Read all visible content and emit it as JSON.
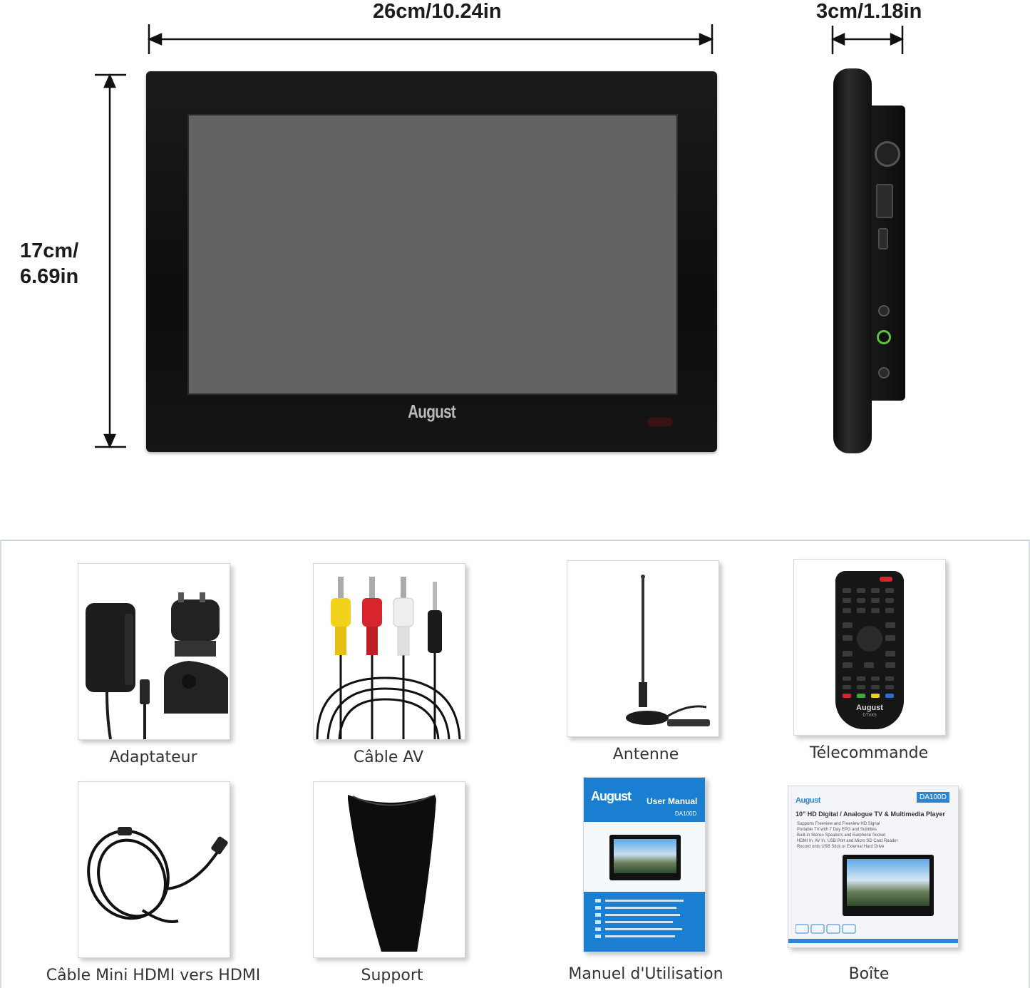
{
  "dimensions": {
    "width": "26cm/10.24in",
    "depth": "3cm/1.18in",
    "height_line1": "17cm/",
    "height_line2": "6.69in"
  },
  "tv": {
    "brand": "August"
  },
  "items": {
    "adapter": "Adaptateur",
    "av_cable": "Câble AV",
    "antenna": "Antenne",
    "remote": "Télecommande",
    "hdmi_cable": "Câble Mini HDMI vers HDMI",
    "stand": "Support",
    "manual": "Manuel d'Utilisation",
    "box": "Boîte"
  },
  "remote_brand": "August",
  "remote_model": "DTVK5",
  "manual_cover": {
    "brand": "August",
    "title": "User Manual",
    "model": "DA100D"
  },
  "box_cover": {
    "brand": "August",
    "model": "DA100D",
    "headline": "10\" HD Digital / Analogue TV & Multimedia Player",
    "features": [
      "Supports Freeview and Freeview HD Signal",
      "Portable TV with 7 Day EPG and Subtitles",
      "Built-in Stereo Speakers and Earphone Socket",
      "HDMI In, AV In, USB Port and Micro SD Card Reader",
      "Record onto USB Stick or External Hard Drive"
    ]
  },
  "colors": {
    "rca_yellow": "#f2d21b",
    "rca_red": "#d8242c",
    "rca_white": "#eeeeee",
    "manual_blue": "#1a7fd0",
    "box_accent": "#2b86d8"
  }
}
